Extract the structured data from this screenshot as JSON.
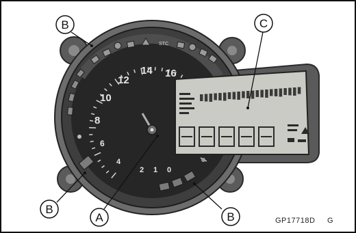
{
  "figure": {
    "figure_code": "GP17718D",
    "figure_suffix": "G",
    "callouts": [
      {
        "id": "callout-b-top",
        "letter": "B"
      },
      {
        "id": "callout-c",
        "letter": "C"
      },
      {
        "id": "callout-b-left",
        "letter": "B"
      },
      {
        "id": "callout-a",
        "letter": "A"
      },
      {
        "id": "callout-b-bottom",
        "letter": "B"
      }
    ],
    "tachometer_numbers": [
      "14",
      "16",
      "12",
      "10",
      "8",
      "6",
      "4",
      "2",
      "1",
      "0"
    ],
    "indicator_labels": {
      "top_arc_text": "STC"
    }
  },
  "colors": {
    "bezel": "#4a4a4a",
    "dial_face": "#2a2a2a",
    "lcd_screen": "#c9cbc4",
    "housing": "#555555",
    "background": "#ffffff",
    "border": "#111111"
  }
}
